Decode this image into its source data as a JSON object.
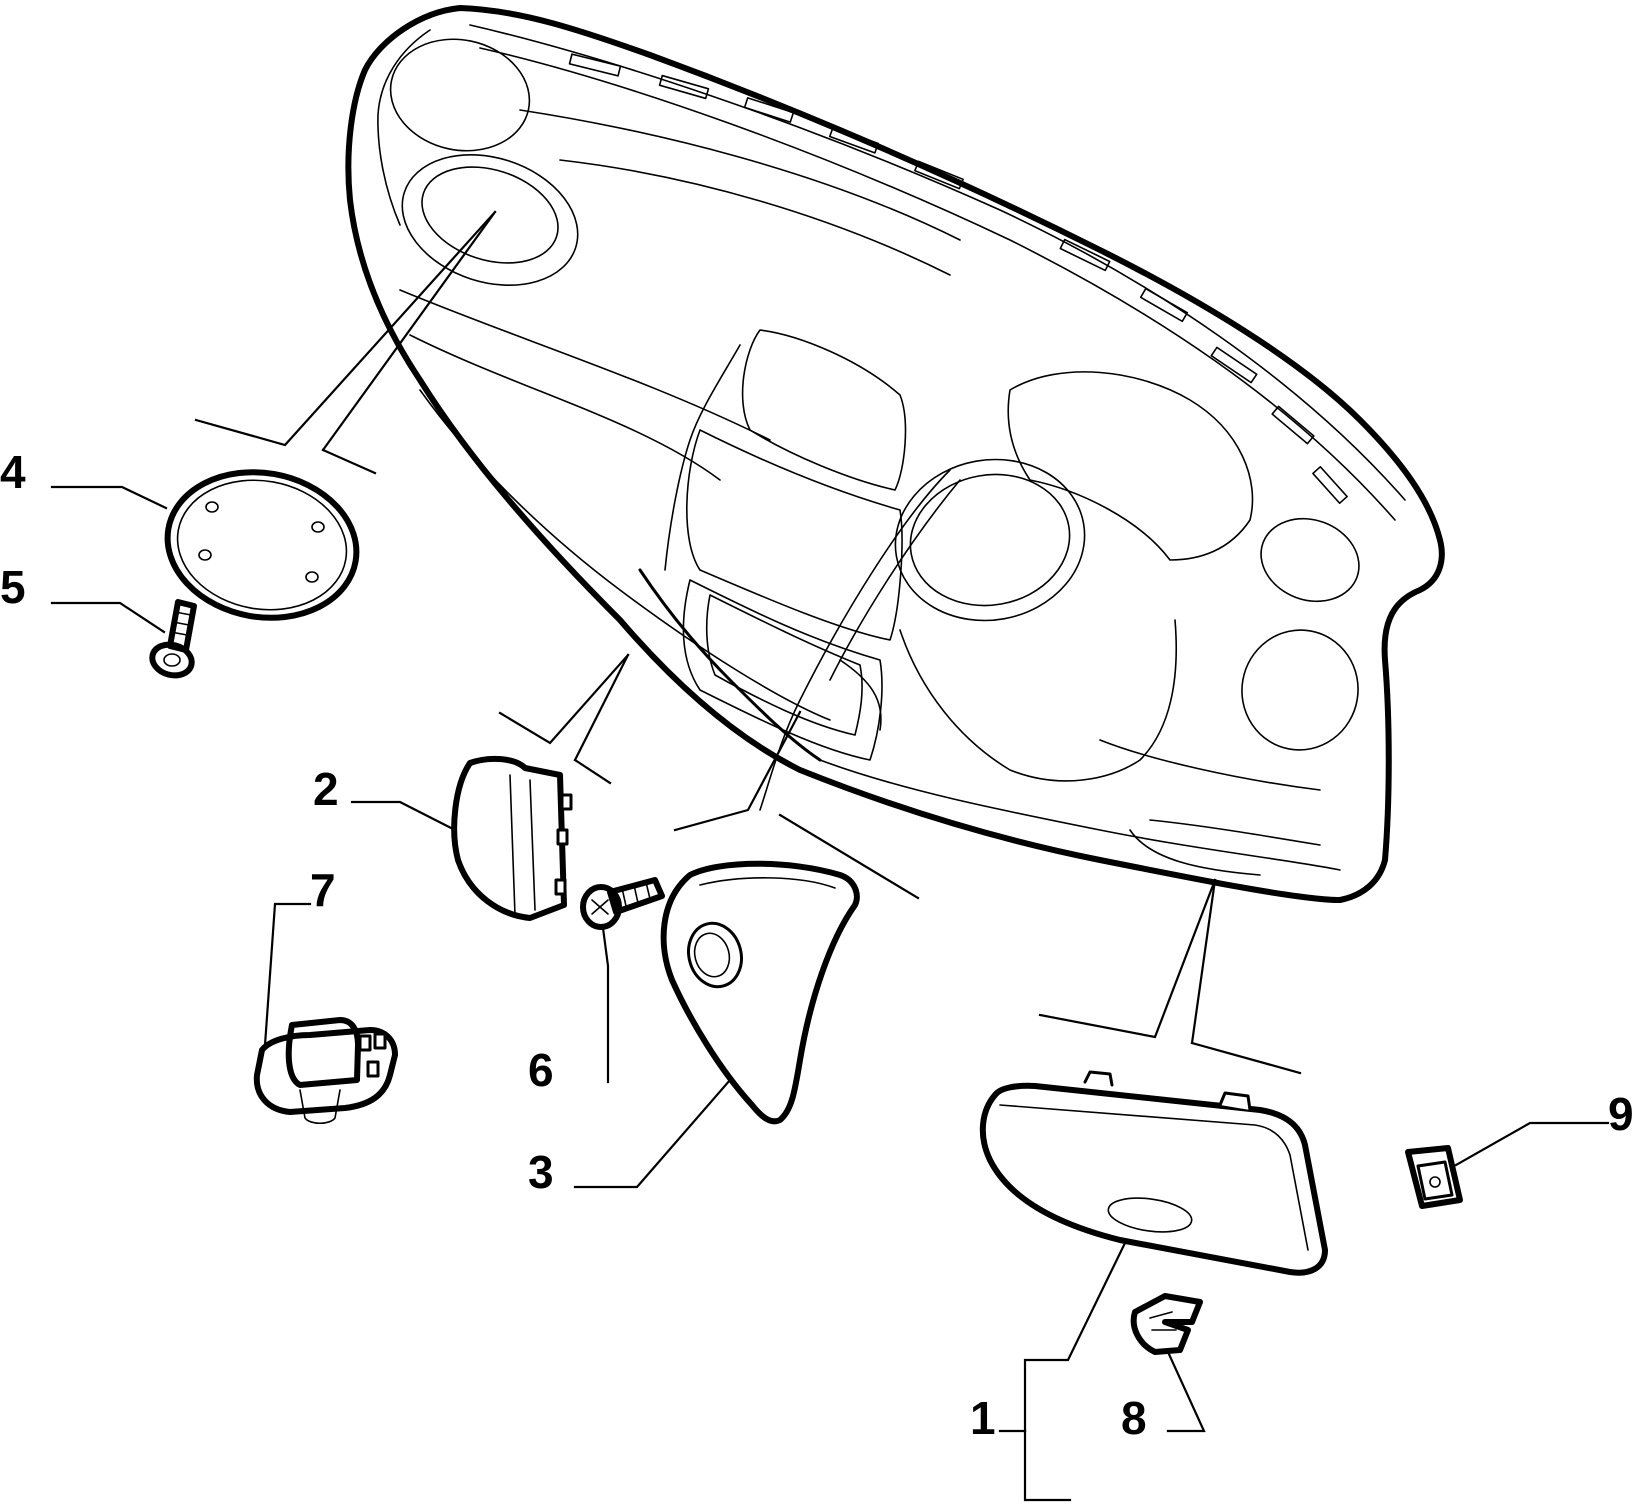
{
  "diagram": {
    "part_labels": [
      "1",
      "2",
      "3",
      "4",
      "5",
      "6",
      "7",
      "8",
      "9"
    ]
  }
}
